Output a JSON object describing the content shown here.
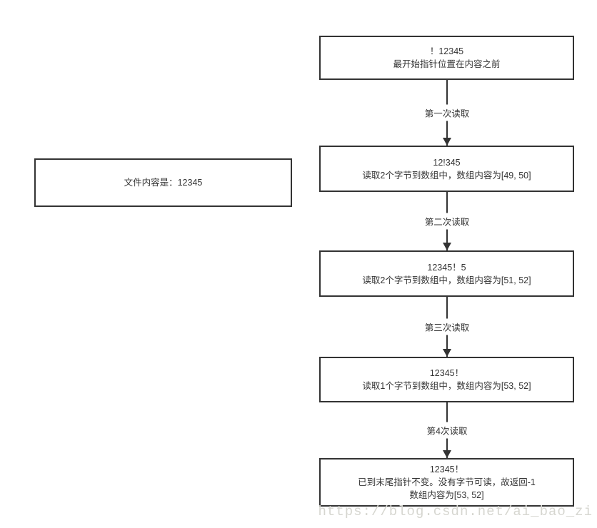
{
  "file_box": {
    "text": "文件内容是：12345"
  },
  "flow": {
    "steps": [
      {
        "lines": [
          "！12345",
          "最开始指针位置在内容之前"
        ]
      },
      {
        "lines": [
          "12!345",
          "读取2个字节到数组中，数组内容为[49, 50]"
        ]
      },
      {
        "lines": [
          "12345！5",
          "读取2个字节到数组中，数组内容为[51, 52]"
        ]
      },
      {
        "lines": [
          "12345！",
          "读取1个字节到数组中，数组内容为[53, 52]"
        ]
      },
      {
        "lines": [
          "12345！",
          "已到末尾指针不变。没有字节可读，故返回-1",
          "数组内容为[53, 52]"
        ]
      }
    ],
    "arrows": [
      {
        "label": "第一次读取"
      },
      {
        "label": "第二次读取"
      },
      {
        "label": "第三次读取"
      },
      {
        "label": "第4次读取"
      }
    ]
  },
  "watermark": "https://blog.csdn.net/ai_bao_zi",
  "colors": {
    "border": "#333333",
    "text": "#333333",
    "watermark": "#d6d6d0",
    "background": "#ffffff"
  }
}
